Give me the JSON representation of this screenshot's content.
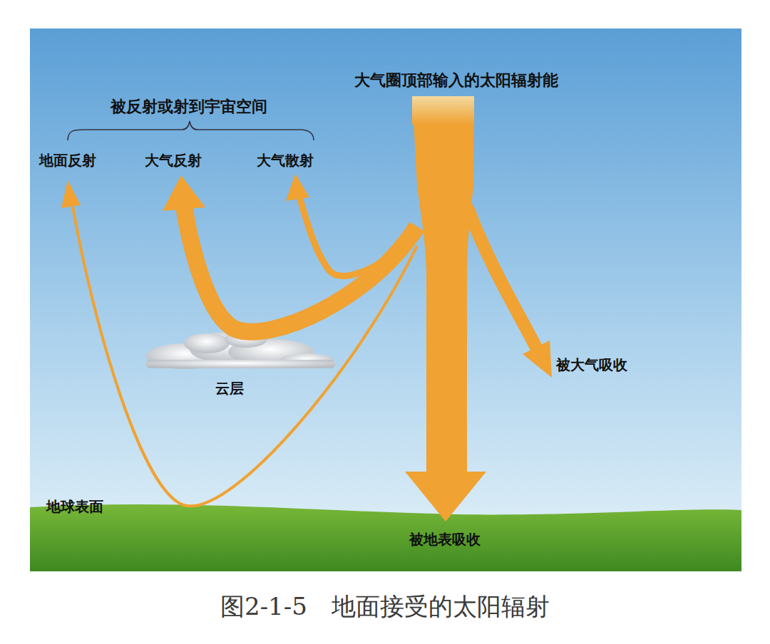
{
  "diagram": {
    "caption": "图2-1-5　地面接受的太阳辐射",
    "labels": [
      "大气圈顶部输入的太阳辐射能",
      "被反射或射到宇宙空间",
      "地面反射",
      "大气反射",
      "大气散射",
      "被大气吸收",
      "云层",
      "地球表面",
      "被地表吸收"
    ]
  }
}
